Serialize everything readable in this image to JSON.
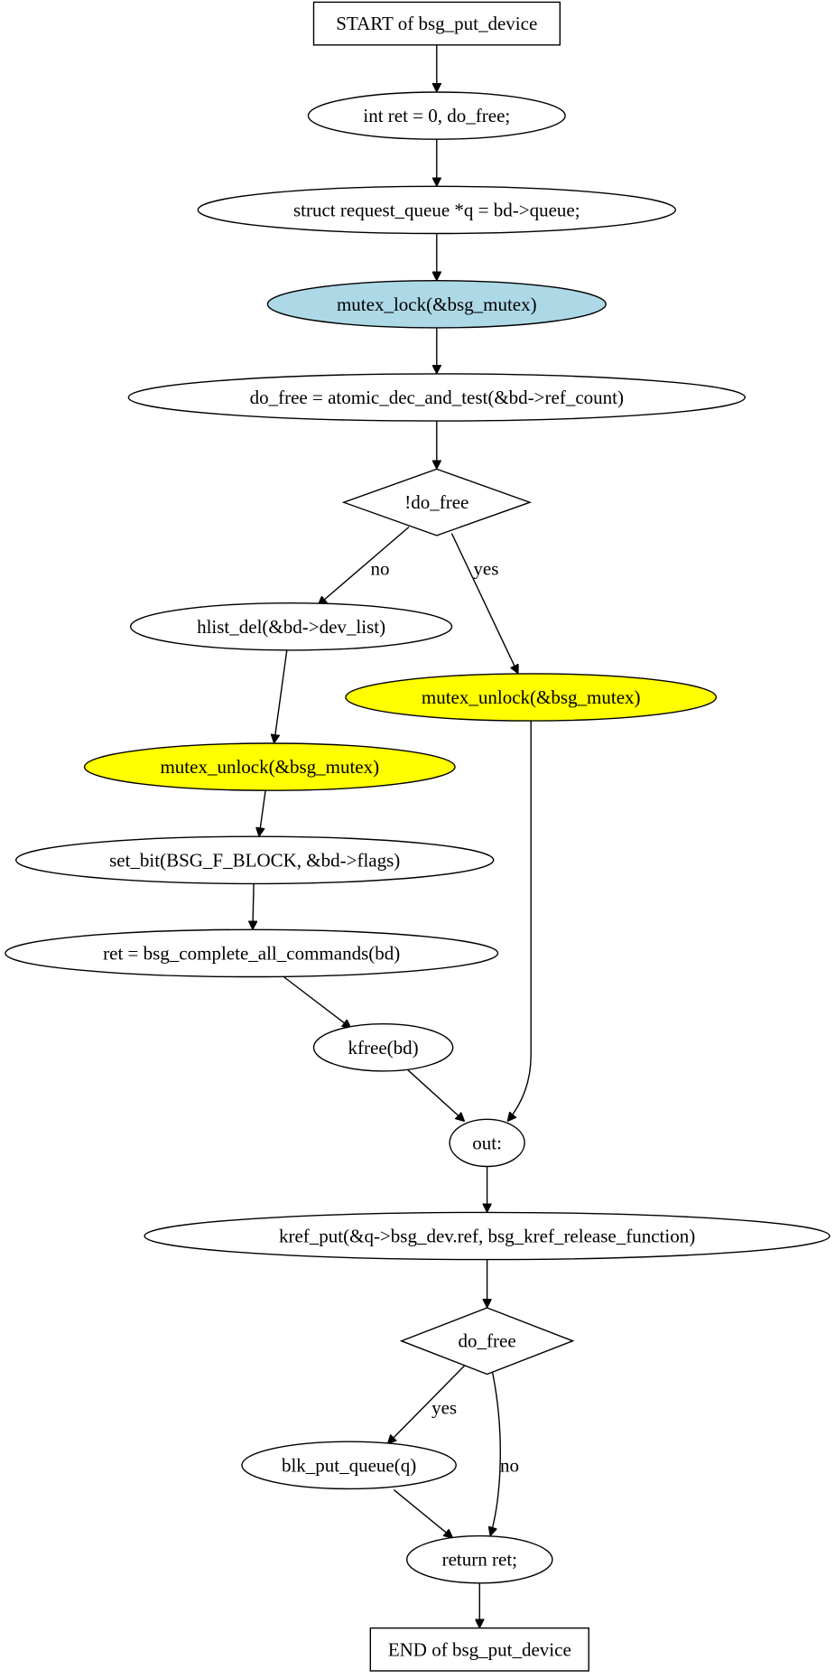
{
  "colors": {
    "default_fill": "#ffffff",
    "lock_fill": "#add8e6",
    "unlock_fill": "#ffff00",
    "stroke": "#000000"
  },
  "nodes": {
    "start": {
      "label": "START of bsg_put_device",
      "shape": "box"
    },
    "decl_ret": {
      "label": "int ret = 0, do_free;",
      "shape": "ellipse"
    },
    "decl_q": {
      "label": "struct request_queue *q = bd->queue;",
      "shape": "ellipse"
    },
    "mutex_lock": {
      "label": "mutex_lock(&bsg_mutex)",
      "shape": "ellipse",
      "fill": "lock_fill"
    },
    "do_free_assign": {
      "label": "do_free = atomic_dec_and_test(&bd->ref_count)",
      "shape": "ellipse"
    },
    "cond_not_do_free": {
      "label": "!do_free",
      "shape": "diamond"
    },
    "hlist_del": {
      "label": "hlist_del(&bd->dev_list)",
      "shape": "ellipse"
    },
    "mutex_unlock_yes": {
      "label": "mutex_unlock(&bsg_mutex)",
      "shape": "ellipse",
      "fill": "unlock_fill"
    },
    "mutex_unlock_no": {
      "label": "mutex_unlock(&bsg_mutex)",
      "shape": "ellipse",
      "fill": "unlock_fill"
    },
    "set_bit": {
      "label": "set_bit(BSG_F_BLOCK, &bd->flags)",
      "shape": "ellipse"
    },
    "complete_all": {
      "label": "ret = bsg_complete_all_commands(bd)",
      "shape": "ellipse"
    },
    "kfree": {
      "label": "kfree(bd)",
      "shape": "ellipse"
    },
    "out_label": {
      "label": "out:",
      "shape": "ellipse"
    },
    "kref_put": {
      "label": "kref_put(&q->bsg_dev.ref, bsg_kref_release_function)",
      "shape": "ellipse"
    },
    "cond_do_free": {
      "label": "do_free",
      "shape": "diamond"
    },
    "blk_put_queue": {
      "label": "blk_put_queue(q)",
      "shape": "ellipse"
    },
    "return_ret": {
      "label": "return ret;",
      "shape": "ellipse"
    },
    "end": {
      "label": "END of bsg_put_device",
      "shape": "box"
    }
  },
  "edges": [
    {
      "from": "start",
      "to": "decl_ret",
      "label": ""
    },
    {
      "from": "decl_ret",
      "to": "decl_q",
      "label": ""
    },
    {
      "from": "decl_q",
      "to": "mutex_lock",
      "label": ""
    },
    {
      "from": "mutex_lock",
      "to": "do_free_assign",
      "label": ""
    },
    {
      "from": "do_free_assign",
      "to": "cond_not_do_free",
      "label": ""
    },
    {
      "from": "cond_not_do_free",
      "to": "hlist_del",
      "label": "no"
    },
    {
      "from": "cond_not_do_free",
      "to": "mutex_unlock_yes",
      "label": "yes"
    },
    {
      "from": "hlist_del",
      "to": "mutex_unlock_no",
      "label": ""
    },
    {
      "from": "mutex_unlock_no",
      "to": "set_bit",
      "label": ""
    },
    {
      "from": "set_bit",
      "to": "complete_all",
      "label": ""
    },
    {
      "from": "complete_all",
      "to": "kfree",
      "label": ""
    },
    {
      "from": "kfree",
      "to": "out_label",
      "label": ""
    },
    {
      "from": "mutex_unlock_yes",
      "to": "out_label",
      "label": ""
    },
    {
      "from": "out_label",
      "to": "kref_put",
      "label": ""
    },
    {
      "from": "kref_put",
      "to": "cond_do_free",
      "label": ""
    },
    {
      "from": "cond_do_free",
      "to": "blk_put_queue",
      "label": "yes"
    },
    {
      "from": "cond_do_free",
      "to": "return_ret",
      "label": "no"
    },
    {
      "from": "blk_put_queue",
      "to": "return_ret",
      "label": ""
    },
    {
      "from": "return_ret",
      "to": "end",
      "label": ""
    }
  ]
}
